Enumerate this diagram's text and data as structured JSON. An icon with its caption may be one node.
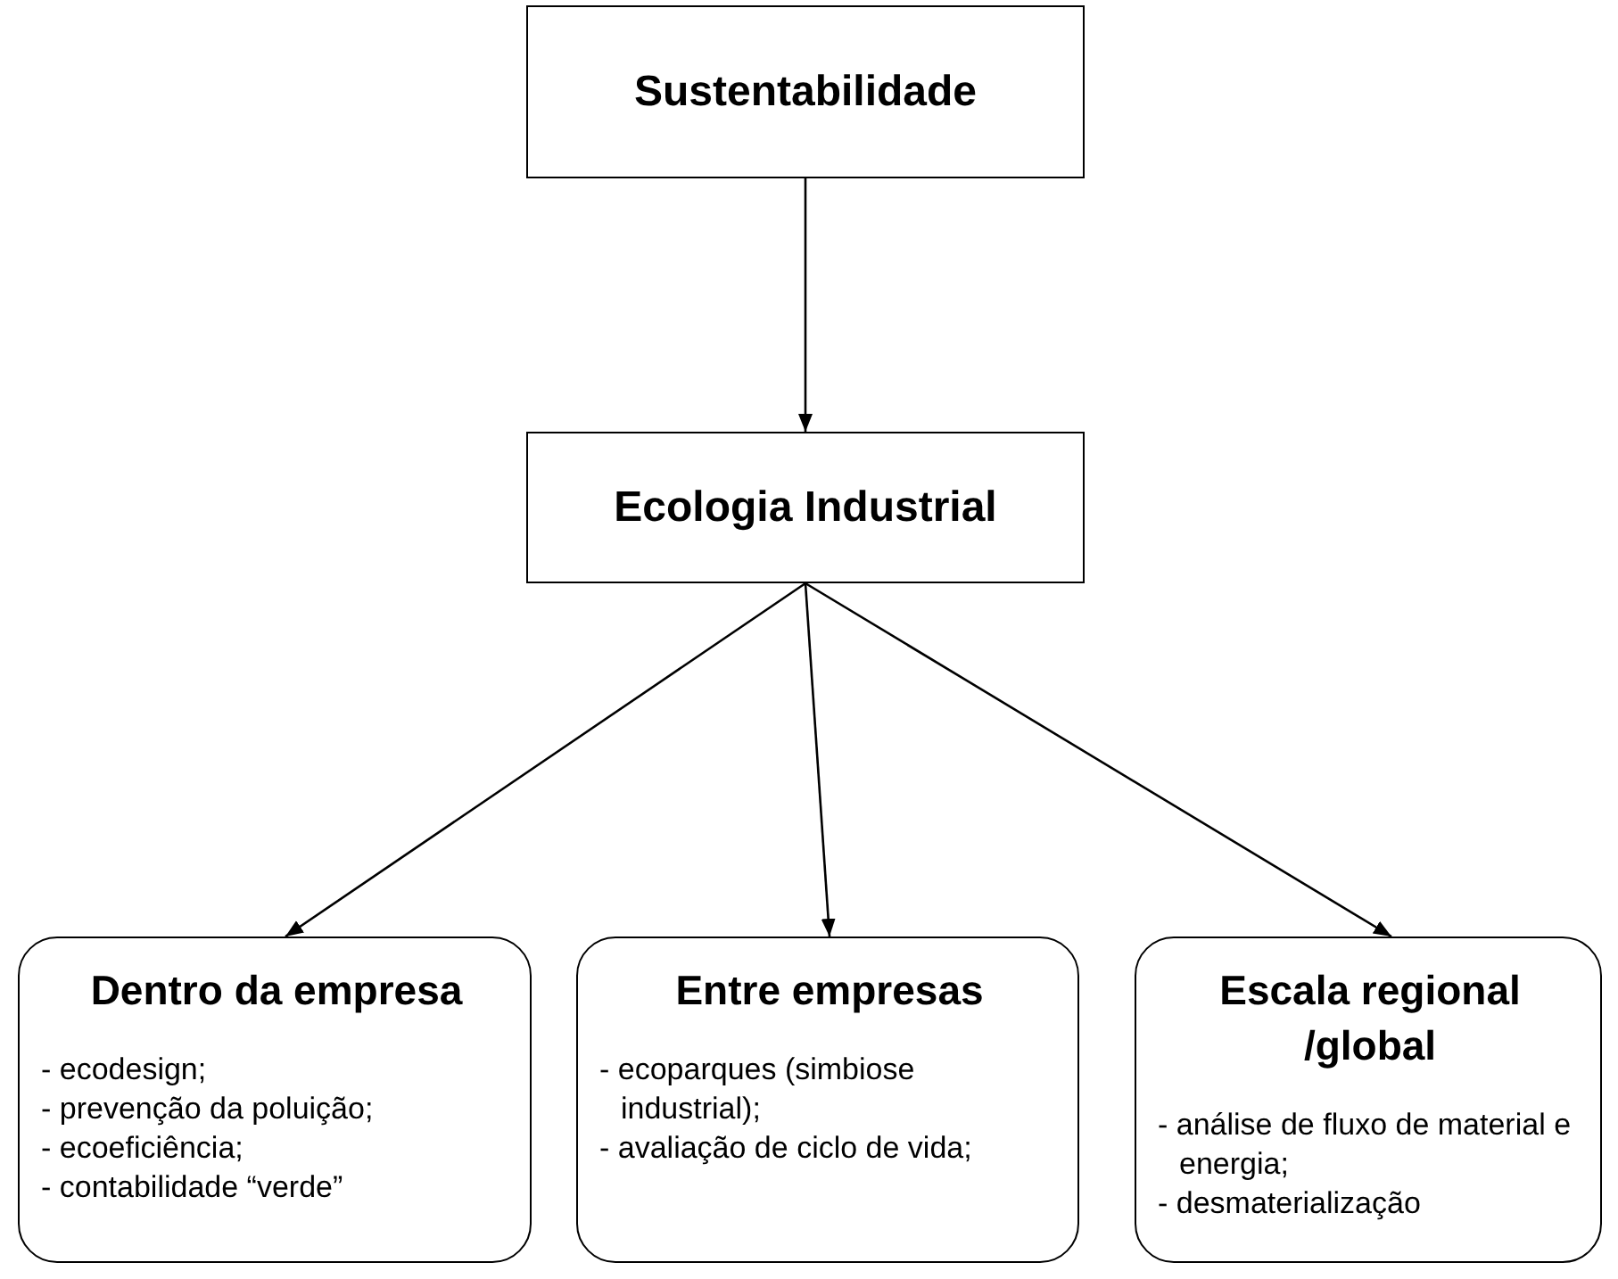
{
  "diagram": {
    "nodes": [
      {
        "text": [
          "Sustentabilidade"
        ]
      },
      {
        "text": [
          "Ecologia Industrial"
        ]
      },
      {
        "text": [
          "Dentro da empresa",
          "- ecodesign;",
          "- prevenção da poluição;",
          "- ecoeficiência;",
          "- contabilidade “verde”"
        ]
      },
      {
        "text": [
          "Entre empresas",
          "- ecoparques (simbiose industrial);",
          "- avaliação de ciclo de vida;"
        ]
      },
      {
        "text": [
          "Escala regional /global",
          "- análise de fluxo de material e energia;",
          "- desmaterialização"
        ]
      }
    ],
    "edges": [
      {
        "from": 0,
        "to": 1,
        "arrow": "to"
      },
      {
        "from": 1,
        "to": 2,
        "arrow": "to"
      },
      {
        "from": 1,
        "to": 3,
        "arrow": "to"
      },
      {
        "from": 1,
        "to": 4,
        "arrow": "to"
      }
    ]
  }
}
